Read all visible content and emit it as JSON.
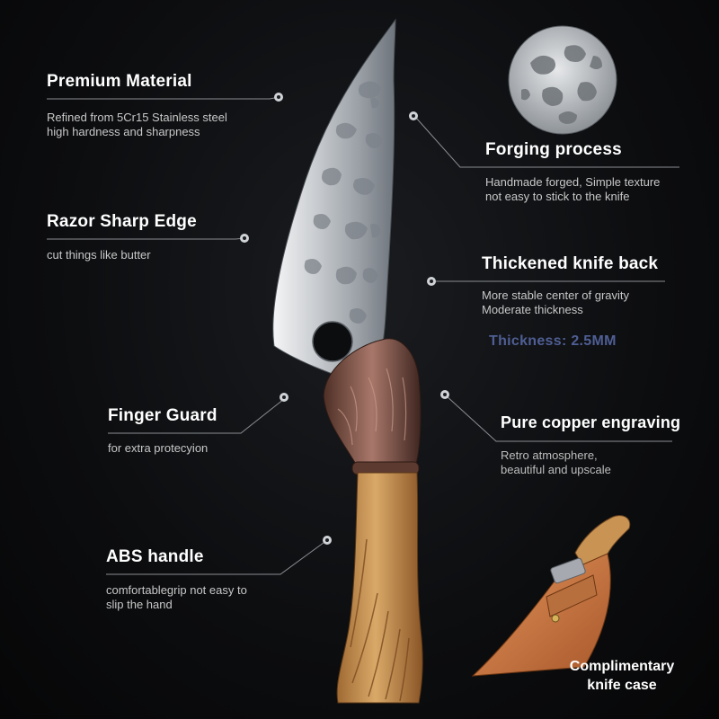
{
  "features": [
    {
      "id": "premium-material",
      "title": "Premium Material",
      "description": "Refined from 5Cr15 Stainless steel\nhigh hardness and sharpness"
    },
    {
      "id": "razor-sharp-edge",
      "title": "Razor Sharp Edge",
      "description": "cut things like butter"
    },
    {
      "id": "finger-guard",
      "title": "Finger Guard",
      "description": "for extra protecyion"
    },
    {
      "id": "abs-handle",
      "title": "ABS handle",
      "description": "comfortablegrip  not easy to\nslip the hand"
    },
    {
      "id": "forging-process",
      "title": "Forging process",
      "description": "Handmade forged, Simple texture\nnot easy to stick to the knife"
    },
    {
      "id": "thickened-knife-back",
      "title": "Thickened knife back",
      "description": "More stable center of gravity\nModerate thickness"
    },
    {
      "id": "pure-copper-engraving",
      "title": "Pure copper engraving",
      "description": "Retro atmosphere,\nbeautiful and upscale"
    }
  ],
  "thickness_label": "Thickness: 2.5MM",
  "case_label": "Complimentary\nknife case",
  "colors": {
    "background": "#0c0d0f",
    "accent_text": "#4f5f95",
    "handle_wood": "#c9954f",
    "copper": "#8a5a45",
    "sheath_leather": "#c87a45",
    "blade_steel": "#d8dadd"
  }
}
